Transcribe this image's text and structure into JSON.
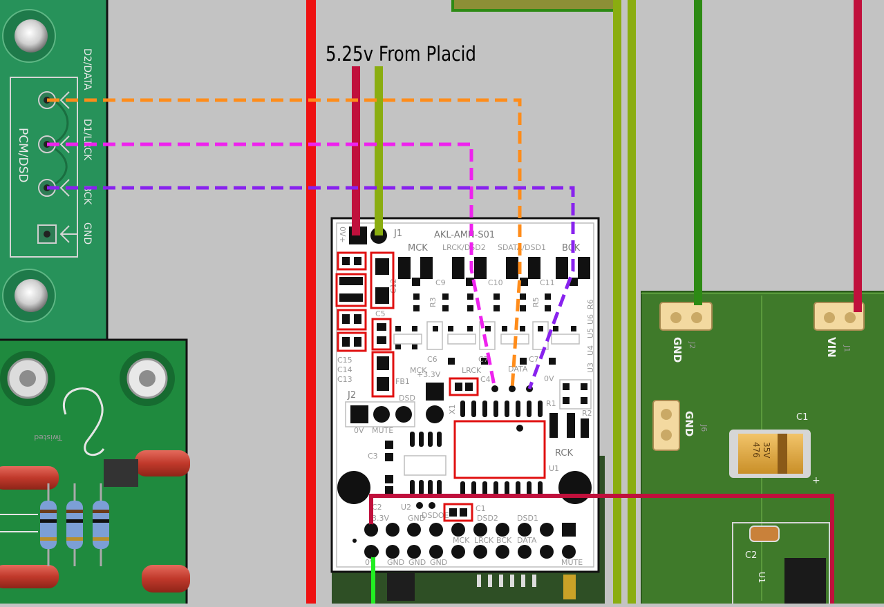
{
  "annotation": {
    "power_label": "5.25v From Placid"
  },
  "pcm_board": {
    "header_label": "PCM/DSD",
    "pins": [
      "D2/DATA",
      "D1/LRCK",
      "BCK",
      "GND"
    ]
  },
  "module": {
    "title": "AKL-AMN-S01",
    "connector_j1": "J1",
    "connector_j2": "J2",
    "signal_labels": [
      "MCK",
      "LRCK/DSD2",
      "SDATA/DSD1",
      "BCK"
    ],
    "cap_labels": {
      "c9": "C9",
      "c10": "C10",
      "c11": "C11",
      "c12": "C12",
      "c5": "C5",
      "c6": "C6",
      "c7": "C7",
      "c4": "C4",
      "c3": "C3",
      "c2": "C2",
      "c1": "C1",
      "c15": "C15",
      "c14": "C14",
      "c13": "C13"
    },
    "res_labels": {
      "r3": "R3",
      "r5": "R5",
      "r6": "R6",
      "r1": "R1",
      "r2": "R2"
    },
    "misc_labels": {
      "fb1": "FB1",
      "rail": "+3.3V",
      "u1": "U1",
      "u2": "U2",
      "u3": "U3",
      "u4": "U4",
      "u5": "U5",
      "u6": "U6",
      "rck": "RCK",
      "x1": "X1",
      "ov": "0V",
      "mute": "MUTE",
      "dsd": "DSD",
      "mck_small": "MCK",
      "lrck_small": "LRCK",
      "data_small": "DATA",
      "ov_small": "0V",
      "plus": "0V+"
    },
    "header_top": [
      "3.3V",
      "GND",
      "DSDOE",
      "DSD2",
      "DSD1"
    ],
    "header_bottom": [
      "0V",
      "GND",
      "GND",
      "GND",
      "MCK",
      "LRCK",
      "BCK",
      "DATA",
      "MUTE"
    ]
  },
  "right_board": {
    "j2_label": "GND",
    "j2_ref": "J2",
    "j1_label": "VIN",
    "j1_ref": "J1",
    "j6_label": "GND",
    "j6_ref": "J6",
    "c1_ref": "C1",
    "c2_ref": "C2",
    "u1_ref": "U1",
    "cap_text_1": "35V",
    "cap_text_2": "476",
    "plus": "+"
  },
  "left_board": {
    "silk_text": "Twisted"
  },
  "colors": {
    "background": "#c3c3c3",
    "red_rail": "#ee1111",
    "crimson_wire": "#c0103c",
    "olive_wire": "#8aad10",
    "dark_green_wire": "#2d8a14",
    "orange_signal": "#ff8c1a",
    "magenta_signal": "#ee22ee",
    "purple_signal": "#8822ee",
    "highlight_box": "#e01010",
    "pcb_green": "#27925a",
    "dark_pcb": "#3d6b2d"
  }
}
